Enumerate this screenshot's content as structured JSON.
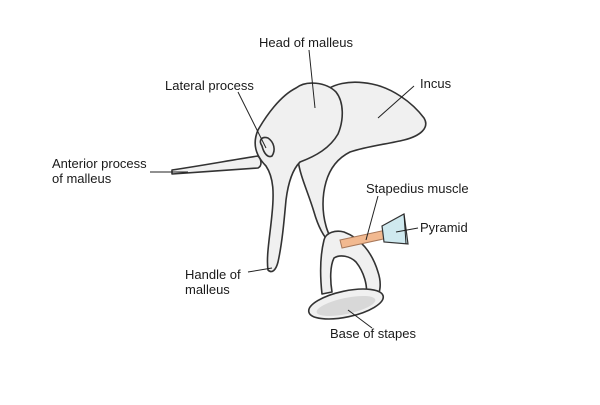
{
  "labels": {
    "head_of_malleus": "Head of malleus",
    "lateral_process": "Lateral process",
    "incus": "Incus",
    "anterior_process_line1": "Anterior process",
    "anterior_process_line2": "of malleus",
    "stapedius_muscle": "Stapedius muscle",
    "pyramid": "Pyramid",
    "handle_line1": "Handle of",
    "handle_line2": "malleus",
    "base_of_stapes": "Base of stapes"
  },
  "colors": {
    "bone_fill": "#f0f0f0",
    "bone_outline": "#333333",
    "muscle": "#f2b990",
    "pyramid": "#cfe9ef"
  }
}
